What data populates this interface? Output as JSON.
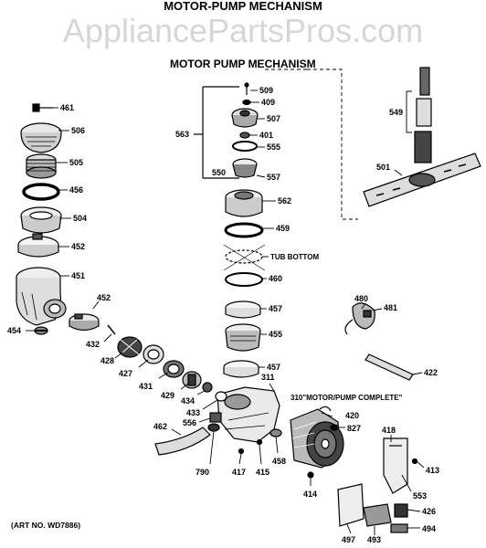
{
  "header": {
    "title": "MOTOR-PUMP MECHANISM"
  },
  "watermark": "AppliancePartsPros.com",
  "diagram": {
    "subtitle": "MOTOR PUMP MECHANISM",
    "art_number": "(ART NO. WD7886)",
    "labels": {
      "p461": "461",
      "p506": "506",
      "p505": "505",
      "p456": "456",
      "p504": "504",
      "p452a": "452",
      "p451": "451",
      "p452b": "452",
      "p454": "454",
      "p432": "432",
      "p428": "428",
      "p427": "427",
      "p431": "431",
      "p429": "429",
      "p434": "434",
      "p433": "433",
      "p462": "462",
      "p556": "556",
      "p790": "790",
      "p417": "417",
      "p415": "415",
      "p458": "458",
      "p414": "414",
      "p311": "311",
      "p310": "310\"MOTOR/PUMP COMPLETE\"",
      "p420": "420",
      "p827": "827",
      "p418": "418",
      "p413": "413",
      "p553": "553",
      "p426": "426",
      "p497": "497",
      "p493": "493",
      "p494": "494",
      "p563": "563",
      "p509": "509",
      "p409": "409",
      "p507": "507",
      "p401": "401",
      "p555": "555",
      "p550": "550",
      "p557": "557",
      "p562": "562",
      "p459": "459",
      "tub": "TUB BOTTOM",
      "p460": "460",
      "p457a": "457",
      "p455": "455",
      "p457b": "457",
      "p549": "549",
      "p501": "501",
      "p480": "480",
      "p481": "481",
      "p422": "422"
    }
  }
}
